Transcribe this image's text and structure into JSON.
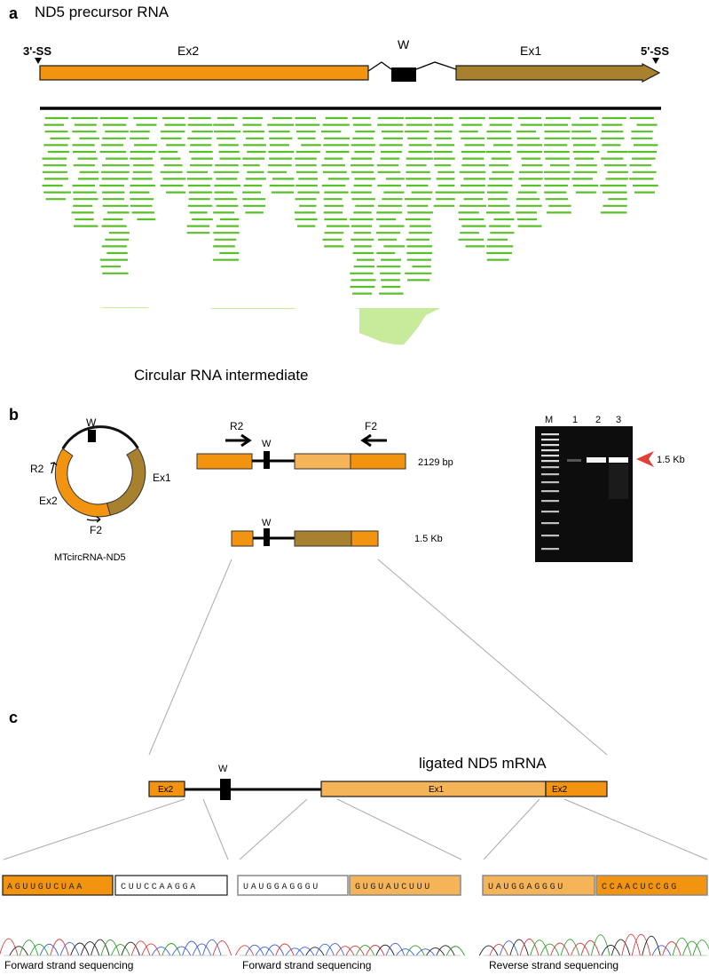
{
  "panel_a": {
    "letter": "a",
    "title": "ND5 precursor RNA",
    "ss3": "3'-SS",
    "ss5": "5'-SS",
    "ex2": "Ex2",
    "w": "W",
    "ex1": "Ex1",
    "circ_title": "Circular RNA intermediate"
  },
  "panel_b": {
    "letter": "b",
    "w_circle": "W",
    "r2_circle": "R2",
    "ex2_circle": "Ex2",
    "ex1_circle": "Ex1",
    "f2_circle": "F2",
    "circle_name": "MTcircRNA-ND5",
    "r2": "R2",
    "f2": "F2",
    "w_top": "W",
    "size_top": "2129 bp",
    "w_bottom": "W",
    "size_bottom": "1.5 Kb",
    "gel_lanes": [
      "M",
      "1",
      "2",
      "3"
    ],
    "gel_marker": "1.5 Kb",
    "arrow_color": "#e0403a"
  },
  "panel_c": {
    "letter": "c",
    "w": "W",
    "title": "ligated ND5 mRNA",
    "ex2_left": "Ex2",
    "ex1": "Ex1",
    "ex2_right": "Ex2",
    "seq1a": "AGUUGUCUAA",
    "seq1b": "CUUCCAAGGA",
    "seq2a": "UAUGGAGGGU",
    "seq2b": "GUGUAUCUUU",
    "seq3a": "UAUGGAGGGU",
    "seq3b": "CCAACUCCGG",
    "label1": "Forward strand sequencing",
    "label2": "Forward strand sequencing",
    "label3": "Reverse strand sequencing"
  },
  "colors": {
    "ex_orange": "#f39410",
    "ex_olive": "#a8812e",
    "ex_light": "#f5b458",
    "read_green": "#5bbf2c",
    "coverage_green": "#c7eb9a"
  }
}
